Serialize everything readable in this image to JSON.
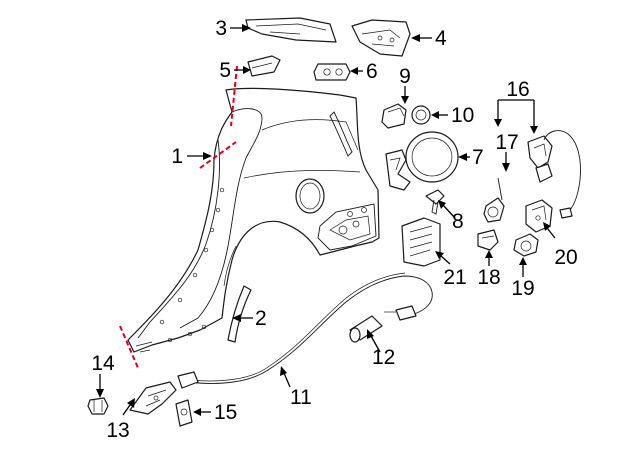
{
  "callouts": [
    {
      "id": "1",
      "label": "1"
    },
    {
      "id": "2",
      "label": "2"
    },
    {
      "id": "3",
      "label": "3"
    },
    {
      "id": "4",
      "label": "4"
    },
    {
      "id": "5",
      "label": "5"
    },
    {
      "id": "6",
      "label": "6"
    },
    {
      "id": "7",
      "label": "7"
    },
    {
      "id": "8",
      "label": "8"
    },
    {
      "id": "9",
      "label": "9"
    },
    {
      "id": "10",
      "label": "10"
    },
    {
      "id": "11",
      "label": "11"
    },
    {
      "id": "12",
      "label": "12"
    },
    {
      "id": "13",
      "label": "13"
    },
    {
      "id": "14",
      "label": "14"
    },
    {
      "id": "15",
      "label": "15"
    },
    {
      "id": "16",
      "label": "16"
    },
    {
      "id": "17",
      "label": "17"
    },
    {
      "id": "18",
      "label": "18"
    },
    {
      "id": "19",
      "label": "19"
    },
    {
      "id": "20",
      "label": "20"
    },
    {
      "id": "21",
      "label": "21"
    }
  ],
  "colors": {
    "line": "#1a1a1a",
    "cut_line": "#e0001b",
    "background": "#ffffff"
  }
}
